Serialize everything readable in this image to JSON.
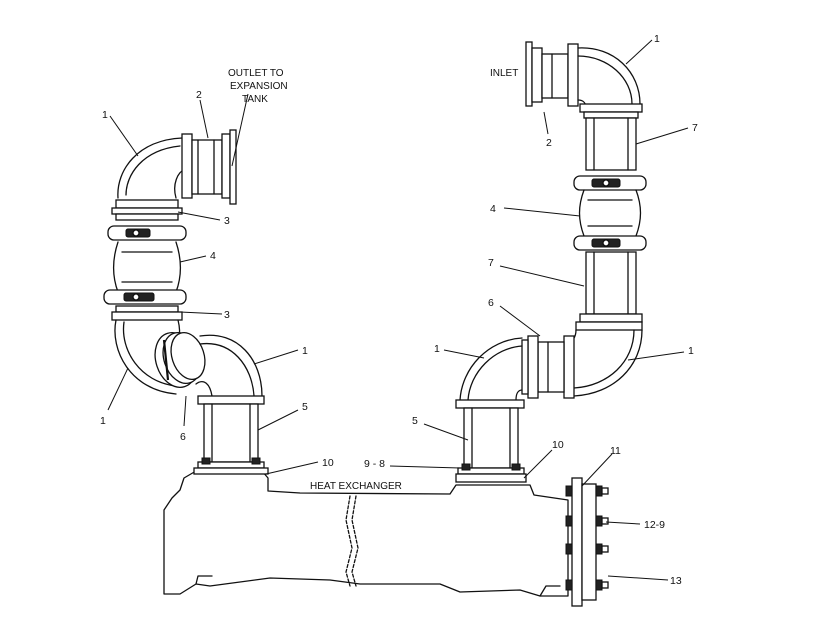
{
  "labels": {
    "outlet_line1": "OUTLET TO",
    "outlet_line2": "EXPANSION",
    "outlet_line3": "TANK",
    "inlet": "INLET",
    "heat_exchanger": "HEAT EXCHANGER"
  },
  "callouts": {
    "l_1_top": "1",
    "l_2_top": "2",
    "l_3_upper": "3",
    "l_4": "4",
    "l_3_lower": "3",
    "l_1_bottom": "1",
    "l_6": "6",
    "l_1_mid": "1",
    "l_5": "5",
    "l_10": "10",
    "r_1_top": "1",
    "r_2": "2",
    "r_7_upper": "7",
    "r_4": "4",
    "r_7_lower": "7",
    "r_6": "6",
    "r_1_left": "1",
    "r_1_right": "1",
    "r_5": "5",
    "r_9_8": "9 - 8",
    "r_10": "10",
    "r_11": "11",
    "r_12_9": "12-9",
    "r_13": "13"
  }
}
